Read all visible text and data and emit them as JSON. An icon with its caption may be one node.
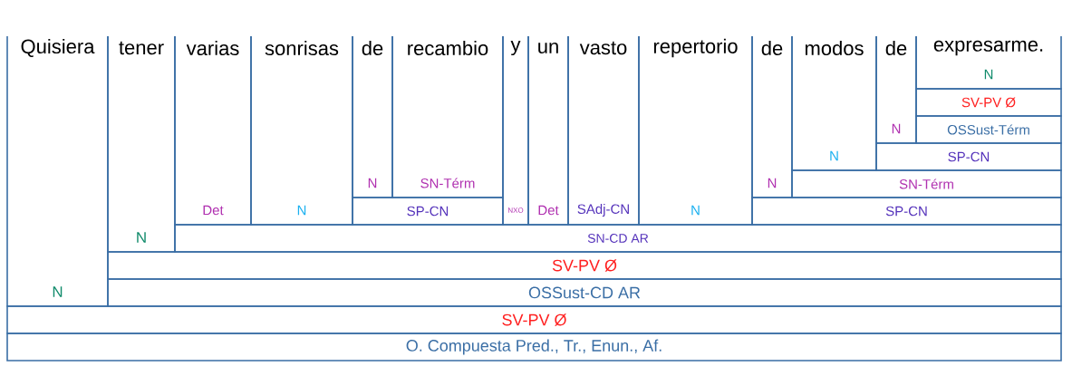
{
  "diagram": {
    "nodes": [
      {
        "text": [
          "N"
        ]
      },
      {
        "text": [
          "N"
        ]
      },
      {
        "text": [
          "Det"
        ]
      },
      {
        "text": [
          "N"
        ]
      },
      {
        "text": [
          "N"
        ]
      },
      {
        "text": [
          "SN-Térm"
        ]
      },
      {
        "text": [
          "SP-CN"
        ]
      },
      {
        "text": [
          "NXO"
        ]
      },
      {
        "text": [
          "Det"
        ]
      },
      {
        "text": [
          "SAdj-CN"
        ]
      },
      {
        "text": [
          "N"
        ]
      },
      {
        "text": [
          "N"
        ]
      },
      {
        "text": [
          "N"
        ]
      },
      {
        "text": [
          "N"
        ]
      },
      {
        "text": [
          "N"
        ]
      },
      {
        "text": [
          "SV-PV Ø"
        ]
      },
      {
        "text": [
          "OSSust-Térm"
        ]
      },
      {
        "text": [
          "SP-CN"
        ]
      },
      {
        "text": [
          "SN-Térm"
        ]
      },
      {
        "text": [
          "SP-CN"
        ]
      },
      {
        "text": [
          "SN-CD AR"
        ]
      },
      {
        "text": [
          "SV-PV Ø"
        ]
      },
      {
        "text": [
          "OSSust-CD AR"
        ]
      },
      {
        "text": [
          "SV-PV Ø"
        ]
      },
      {
        "text": [
          "O. Compuesta Pred., Tr., Enun., Af."
        ]
      }
    ],
    "labels": [
      "Quisiera",
      "tener",
      "varias",
      "sonrisas",
      "de",
      "recambio",
      "y",
      "un",
      "vasto",
      "repertorio",
      "de",
      "modos",
      "de",
      "expresarme."
    ]
  }
}
